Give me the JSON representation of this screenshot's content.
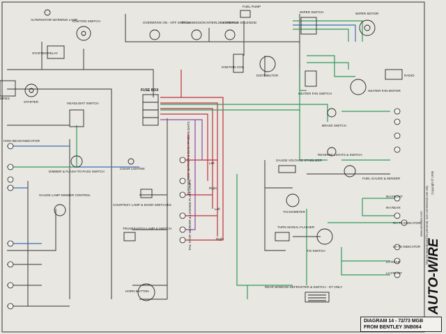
{
  "labels": {
    "alternator_warning_lamp": "ALTERNATOR WARNING LAMP",
    "ignition_switch": "IGNITION SWITCH",
    "overdrive_switch": "OVERDRIVE ON - OFF SWITCH",
    "transmission_interlock": "TRANSMISSION INTERLOCK SWITCH",
    "overdrive_solenoid": "OVERDRIVE SOLENOID",
    "fuel_pump": "FUEL PUMP",
    "wiper_switch": "WIPER SWITCH",
    "wiper_motor": "WIPER MOTOR",
    "starter_relay": "STARTER RELAY",
    "ignition_coil": "IGNITION COIL",
    "distributor": "DISTRIBUTOR",
    "radio": "RADIO",
    "heater_fan_switch": "HEATER FAN SWITCH",
    "heater_fan_motor": "HEATER FAN MOTOR",
    "fuse_box": "FUSE BOX",
    "starter": "STARTER",
    "batteries": "ERIES",
    "headlight_switch": "HEADLIGHT SWITCH",
    "brake_switch": "BRAKE SWITCH",
    "high_beam_indicator": "HIGH BEAM INDICATOR",
    "reverse_lights": "REVERSE LIGHTS & SWITCH",
    "dimmer": "DIMMER & FLASH-TO-PASS SWITCH",
    "cigar_lighter": "CIGAR LIGHTER",
    "gauge_voltage_stabilizer": "GAUGE VOLTAGE STABILIZER",
    "fuel_gauge": "FUEL GAUGE & SENDER",
    "courtesy_lamp": "COURTESY LAMP & DOOR SWITCHES",
    "tachometer": "TACHOMETER",
    "rh_front": "RH FRONT",
    "rh_rear": "RH REAR",
    "gauge_lamp_dimmer": "GAUGE LAMP DIMMER CONTROL",
    "trunk_hatch_lamp": "TRUNK/HATCH LAMP & SWITCH",
    "turn_signal_flasher": "TURN SIGNAL FLASHER",
    "rh_ts_indicator": "RH TS INDICATOR",
    "ts_switch": "T/S SWITCH",
    "lh_ts_indicator": "LH TS INDICATOR",
    "lh_rear": "LH REAR",
    "lh_front": "LH FRONT",
    "horn_button": "HORN BUTTON",
    "rear_window_defroster": "REAR WINDOW DEFROSTER & SWITCH - GT ONLY",
    "parking_lamps": "PARKING SIDE MARKER & DASH PANEL LIGHTS",
    "tail_lamps": "TAIL STOP, MARKER & LICENSE PLATE LAMPS",
    "left1": "Left",
    "right1": "Right",
    "left2": "Left",
    "right2": "Right"
  },
  "side_text": {
    "website": "www.autowire.com",
    "notice": "May be reproduced for personal, non-commercial use only",
    "copyright": "Copyright © 1995"
  },
  "brand": "AUTO-WIRE",
  "title": {
    "line1": "DIAGRAM 14 - 72/73 MGB",
    "line2": "FROM BENTLEY 3NB064"
  },
  "colors": {
    "paper": "#e9e7e2",
    "ink": "#2b2b2b",
    "red": "#c0303a",
    "green": "#2f9a5a",
    "blue": "#3a6fb4",
    "purple": "#8a4a9c",
    "gray": "#8a8a8a"
  }
}
